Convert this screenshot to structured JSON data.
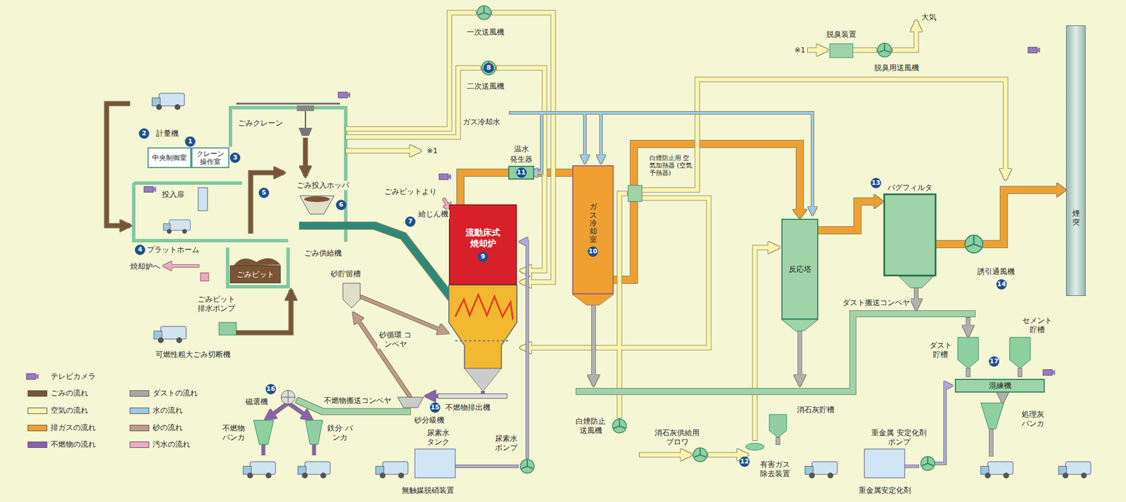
{
  "diagram": {
    "nodes": [
      {
        "text": [
          "中央制御室"
        ]
      },
      {
        "text": [
          "クレーン 操作室"
        ]
      },
      {
        "text": [
          "ごみピット"
        ]
      },
      {
        "text": [
          "流動床式 焼却炉",
          "9"
        ]
      },
      {
        "text": [
          "温水 発生器",
          "11"
        ]
      },
      {
        "text": [
          "ガス 冷却室",
          "10"
        ]
      },
      {
        "text": [
          "反応塔"
        ]
      },
      {
        "text": [
          "バグフィルタ"
        ]
      },
      {
        "text": [
          "煙突"
        ]
      },
      {
        "text": [
          "混練機"
        ]
      }
    ],
    "edges": [
      {
        "from": 3,
        "to": 4,
        "arrow": "none"
      },
      {
        "from": 4,
        "to": 5,
        "arrow": "none"
      },
      {
        "from": 5,
        "to": 6,
        "arrow": "to"
      },
      {
        "from": 6,
        "to": 7,
        "arrow": "to"
      },
      {
        "from": 7,
        "to": 8,
        "arrow": "to"
      }
    ],
    "labels": [
      "大気",
      "※1",
      "脱臭装置",
      "脱臭用送風機",
      "一次送風機",
      "8",
      "二次送風機",
      "ごみクレーン",
      "2",
      "計量機",
      "1",
      "3",
      "5",
      "ガス冷却水",
      "※1",
      "白煙防止用 空気加熱器 (空気予熱器)",
      "ごみ投入ホッパ",
      "6",
      "ごみピットより",
      "給じん機",
      "7",
      "投入扉",
      "4",
      "プラットホーム",
      "ごみ供給機",
      "焼却炉へ",
      "ごみピット 排水ポンプ",
      "砂貯留槽",
      "砂循環 コンベヤ",
      "可燃性粗大ごみ切断機",
      "不燃物排出機",
      "15",
      "砂分級機",
      "磁選機",
      "16",
      "不燃物 バンカ",
      "鉄分 バンカ",
      "不燃物搬送コンベヤ",
      "尿素水 タンク",
      "尿素水 ポンプ",
      "無触媒脱硝装置",
      "白煙防止 送風機",
      "消石灰貯槽",
      "消石灰供給用 ブロワ",
      "12",
      "有害ガス 除去装置",
      "ダスト搬送コンベヤ",
      "ダスト 貯槽",
      "セメント 貯槽",
      "17",
      "処理灰 バンカ",
      "重金属 安定化剤ポンプ",
      "重金属安定化剤",
      "13",
      "14",
      "誘引通風機"
    ],
    "legend": [
      {
        "text": "テレビカメラ"
      },
      {
        "text": "ごみの流れ",
        "color": "#7a5535"
      },
      {
        "text": "空気の流れ",
        "color": "#fbf5b0"
      },
      {
        "text": "排ガスの流れ",
        "color": "#f0a030"
      },
      {
        "text": "不燃物の流れ",
        "color": "#8a60b0"
      },
      {
        "text": "ダストの流れ",
        "color": "#a8a8a8"
      },
      {
        "text": "水の流れ",
        "color": "#9ccbea"
      },
      {
        "text": "砂の流れ",
        "color": "#c09a88"
      },
      {
        "text": "汚水の流れ",
        "color": "#f0a8c8"
      }
    ]
  }
}
